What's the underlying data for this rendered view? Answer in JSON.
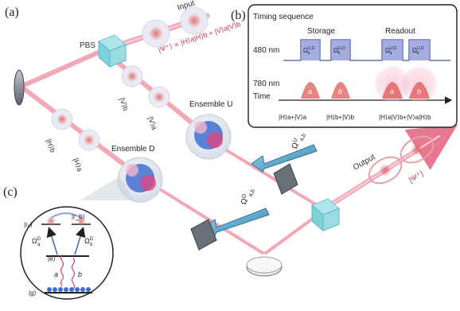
{
  "panels": {
    "a": "(a)",
    "b": "(b)",
    "c": "(c)"
  },
  "setup": {
    "input_label": "Input",
    "input_state": "|Ψ⁺⟩ ∝ |H⟩a|H⟩b + |V⟩a|V⟩b",
    "pbs_label": "PBS",
    "ensemble_u": "Ensemble U",
    "ensemble_d": "Ensemble D",
    "output_label": "Output",
    "output_state": "|Ψ⁺⟩",
    "label_v_b": "|V⟩b",
    "label_v_a": "|V⟩a",
    "label_h_b": "|H⟩b",
    "label_h_a": "|H⟩a",
    "omega_ab_u": "Ω",
    "omega_ab_u_sup": "U",
    "omega_ab_u_sub": "a,b",
    "omega_ab_d": "Ω",
    "omega_ab_d_sup": "D",
    "omega_ab_d_sub": "a,b"
  },
  "timing": {
    "title": "Timing sequence",
    "storage": "Storage",
    "readout": "Readout",
    "wavelength_480": "480 nm",
    "wavelength_780": "780 nm",
    "time_label": "Time",
    "control_pulses": [
      {
        "base": "Ω",
        "sub": "a",
        "sup": "U,D"
      },
      {
        "base": "Ω",
        "sub": "b",
        "sup": "U,D"
      },
      {
        "base": "Ω",
        "sub": "a",
        "sup": "U,D"
      },
      {
        "base": "Ω",
        "sub": "b",
        "sup": "U,D"
      }
    ],
    "photon_pulses": [
      "a",
      "b",
      "a",
      "b"
    ],
    "bottom_states": [
      "|H⟩a+|V⟩a",
      "|H⟩b+|V⟩b",
      "|H⟩a|V⟩b+|V⟩a|H⟩b"
    ]
  },
  "levels": {
    "ra": "|rₐ⟩",
    "rb": "|r_b⟩",
    "e": "|e⟩",
    "g": "|g⟩",
    "omega_a": "Ω",
    "omega_a_sub": "a",
    "omega_a_sup": "D",
    "omega_b": "Ω",
    "omega_b_sub": "b",
    "omega_b_sup": "D",
    "photon_a": "a",
    "photon_b": "b"
  },
  "colors": {
    "beam": "#e88a9a",
    "beam_core": "#ff9fb0",
    "blue_atoms": "#3f6fd1",
    "pink_atoms": "#d64a86",
    "control_pulse_fill": "#8f98d8",
    "pulse_fill": "#e26464",
    "box_border": "#222222",
    "optic_cyan": "#7fd0d8"
  }
}
